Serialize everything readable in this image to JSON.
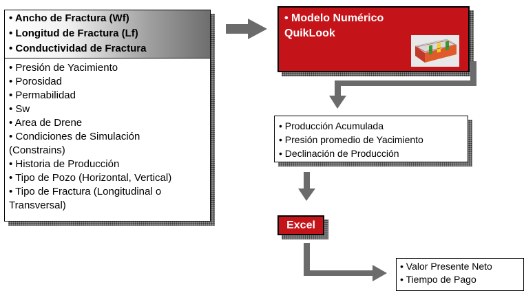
{
  "input": {
    "header_items": [
      "• Ancho de Fractura (Wf)",
      "• Longitud de Fractura (Lf)",
      "• Conductividad de Fractura"
    ],
    "body_items": [
      "• Presión de Yacimiento",
      "• Porosidad",
      "• Permabilidad",
      "• Sw",
      "• Area de Drene",
      "• Condiciones de Simulación",
      "(Constrains)",
      "• Historia de Producción",
      "• Tipo de Pozo (Horizontal, Vertical)",
      "• Tipo de Fractura (Longitudinal o",
      "Transversal)"
    ]
  },
  "model": {
    "line1": "• Modelo Numérico",
    "line2": "QuikLook"
  },
  "output": {
    "items": [
      "• Producción Acumulada",
      "• Presión promedio de Yacimiento",
      "• Declinación de Producción"
    ]
  },
  "excel": {
    "label": "Excel"
  },
  "final": {
    "items": [
      "• Valor Presente Neto",
      "• Tiempo de Pago"
    ]
  },
  "colors": {
    "red_box": "#c4141a",
    "arrow": "#6b6b6b",
    "shadow": "#8a8a8a"
  }
}
